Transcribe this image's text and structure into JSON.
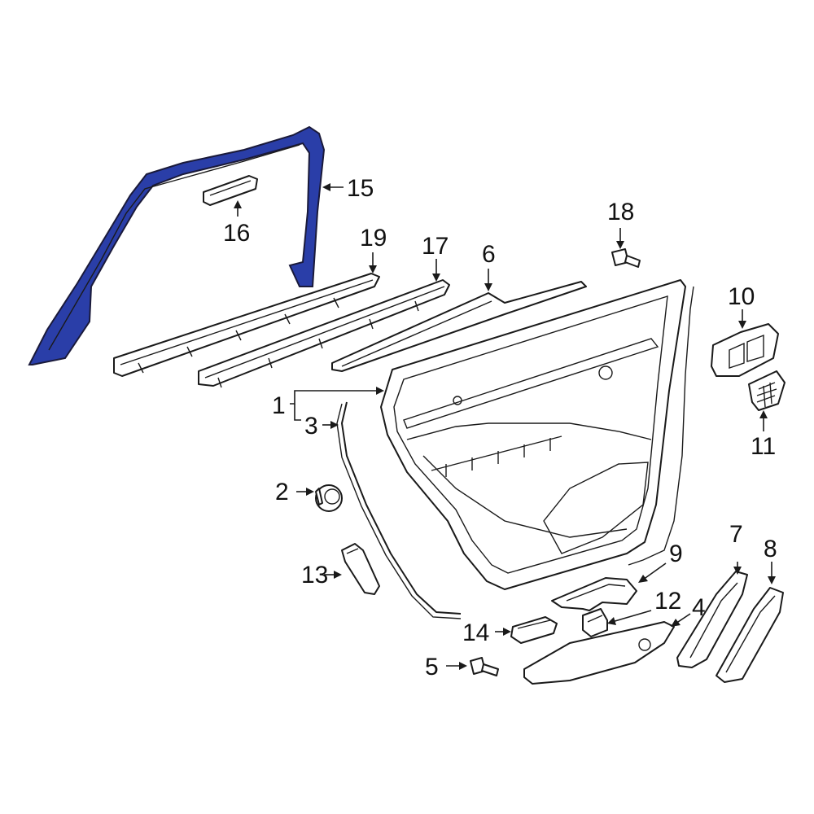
{
  "colors": {
    "highlight_fill": "#2a3ea8",
    "highlight_stroke": "#1a1a3a",
    "line": "#1a1a1a",
    "background": "#ffffff"
  },
  "callouts": {
    "c1": "1",
    "c2": "2",
    "c3": "3",
    "c4": "4",
    "c5": "5",
    "c6": "6",
    "c7": "7",
    "c8": "8",
    "c9": "9",
    "c10": "10",
    "c11": "11",
    "c12": "12",
    "c13": "13",
    "c14": "14",
    "c15": "15",
    "c16": "16",
    "c17": "17",
    "c18": "18",
    "c19": "19"
  }
}
